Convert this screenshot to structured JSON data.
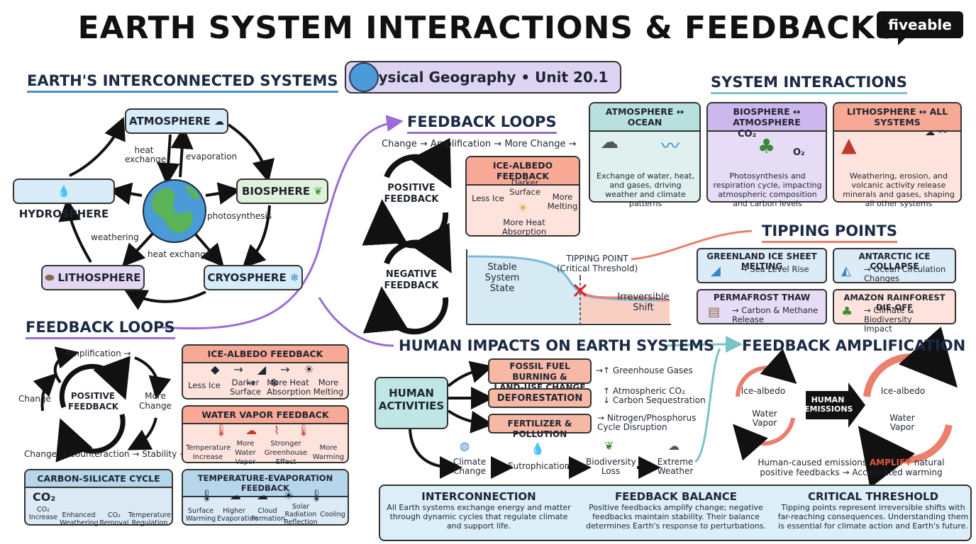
{
  "title": "EARTH SYSTEM INTERACTIONS & FEEDBACKS",
  "logo": "fiveable",
  "subtitle": "Physical Geography • Unit 20.1",
  "colors": {
    "purple": "#9a6cd6",
    "blue": "#4b8fc8",
    "coral": "#e97f6c",
    "teal": "#7bc2c7"
  },
  "systems": {
    "title": "EARTH'S INTERCONNECTED SYSTEMS",
    "nodes": {
      "atmosphere": "ATMOSPHERE",
      "hydrosphere": "HYDROSPHERE",
      "biosphere": "BIOSPHERE",
      "lithosphere": "LITHOSPHERE",
      "cryosphere": "CRYOSPHERE"
    },
    "labels": {
      "heat_exchange_top": "heat\nexchange",
      "evaporation": "evaporation",
      "photosynthesis": "photosynthesis",
      "weathering": "weathering",
      "heat_exchange_bottom": "heat exchange"
    },
    "icons": {
      "atmosphere": "cloud-icon",
      "hydrosphere": "water-drop-icon",
      "biosphere": "leaf-icon",
      "lithosphere": "rock-icon",
      "cryosphere": "snowflake-icon"
    }
  },
  "feedback_left": {
    "title": "FEEDBACK LOOPS",
    "loop": {
      "amplification": "Amplification →",
      "change": "Change",
      "more_change": "More\nChange",
      "center": "POSITIVE\nFEEDBACK",
      "counteraction": "Change → Counteraction → Stability →"
    },
    "ice_albedo": {
      "title": "ICE-ALBEDO FEEDBACK",
      "steps": [
        "Less Ice",
        "Darker\nSurface",
        "More Heat\nAbsorption",
        "More\nMelting"
      ]
    },
    "water_vapor": {
      "title": "WATER VAPOR FEEDBACK",
      "steps": [
        "Temperature\nIncrease",
        "More\nWater\nVapor",
        "Stronger\nGreenhouse\nEffect",
        "More\nWarming"
      ]
    },
    "carbon_silicate": {
      "title": "CARBON-SILICATE CYCLE",
      "symbol": "CO₂",
      "steps": [
        "CO₂\nIncrease",
        "Enhanced\nWeathering",
        "CO₂\nRemoval",
        "Temperature\nRegulation"
      ]
    },
    "temp_evap": {
      "title": "TEMPERATURE-EVAPORATION FEEDBACK",
      "steps": [
        "Surface\nWarming",
        "Higher\nEvaporation",
        "Cloud\nFormation",
        "Solar\nRadiation\nReflection",
        "Cooling"
      ]
    }
  },
  "feedback_center": {
    "title": "FEEDBACK LOOPS",
    "subtitle": "Change → Amplification → More Change →",
    "positive": "POSITIVE\nFEEDBACK",
    "negative": "NEGATIVE\nFEEDBACK",
    "ice_albedo": {
      "title": "ICE-ALBEDO FEEDBACK",
      "steps": [
        "Less Ice",
        "Darker\nSurface",
        "More\nMelting",
        "More Heat\nAbsorption"
      ]
    }
  },
  "threshold_chart": {
    "stable": "Stable\nSystem\nState",
    "tipping": "TIPPING POINT\n(Critical Threshold)",
    "irreversible": "Irreversible\nShift"
  },
  "interactions": {
    "title": "SYSTEM INTERACTIONS",
    "cards": [
      {
        "title": "ATMOSPHERE ↔ OCEAN",
        "desc": "Exchange of water, heat, and gases, driving weather and climate patterns"
      },
      {
        "title": "BIOSPHERE ↔ ATMOSPHERE",
        "desc": "Photosynthesis and respiration cycle, impacting atmospheric composition and carbon levels",
        "co2": "CO₂",
        "o2": "O₂"
      },
      {
        "title": "LITHOSPHERE ↔ ALL SYSTEMS",
        "desc": "Weathering, erosion, and volcanic activity release minerals and gases, shaping all other systems"
      }
    ]
  },
  "tipping_points": {
    "title": "TIPPING POINTS",
    "cards": [
      {
        "title": "GREENLAND ICE SHEET MELTING",
        "effect": "→ Sea Level Rise"
      },
      {
        "title": "ANTARCTIC ICE COLLAPSE",
        "effect": "→ Ocean Circulation\nChanges"
      },
      {
        "title": "PERMAFROST THAW",
        "effect": "→ Carbon & Methane\nRelease"
      },
      {
        "title": "AMAZON RAINFOREST DIE-OFF",
        "effect": "→ Climate & Biodiversity\nImpact"
      }
    ]
  },
  "human_impacts": {
    "title": "HUMAN IMPACTS ON EARTH SYSTEMS",
    "source": "HUMAN\nACTIVITIES",
    "activities": [
      {
        "label": "FOSSIL FUEL BURNING &\nLAND-USE CHANGE",
        "effect": "→↑ Greenhouse Gases"
      },
      {
        "label": "DEFORESTATION",
        "effect": "↑ Atmospheric CO₂\n↓ Carbon Sequestration"
      },
      {
        "label": "FERTILIZER & POLLUTION",
        "effect": "→ Nitrogen/Phosphorus\nCycle Disruption"
      }
    ],
    "chain": [
      "Climate\nChange",
      "Eutrophication",
      "Biodiversity\nLoss",
      "Extreme\nWeather"
    ]
  },
  "amplification": {
    "title": "FEEDBACK AMPLIFICATION",
    "left_loop": [
      "Ice-albedo",
      "Water\nVapor"
    ],
    "center": "HUMAN\nEMISSIONS",
    "right_loop": [
      "Ice-albedo",
      "Water\nVapor"
    ],
    "caption_pre": "Human-caused emissions ",
    "caption_em": "AMPLIFY",
    "caption_post": " natural\npositive feedbacks → Accelerated warming"
  },
  "summary": [
    {
      "title": "INTERCONNECTION",
      "body": "All Earth systems exchange energy and matter through dynamic cycles that regulate climate and support life."
    },
    {
      "title": "FEEDBACK BALANCE",
      "body": "Positive feedbacks amplify change; negative feedbacks maintain stability. Their balance determines Earth's response to perturbations."
    },
    {
      "title": "CRITICAL THRESHOLD",
      "body": "Tipping points represent irreversible shifts with far-reaching consequences. Understanding them is essential for climate action and Earth's future."
    }
  ]
}
